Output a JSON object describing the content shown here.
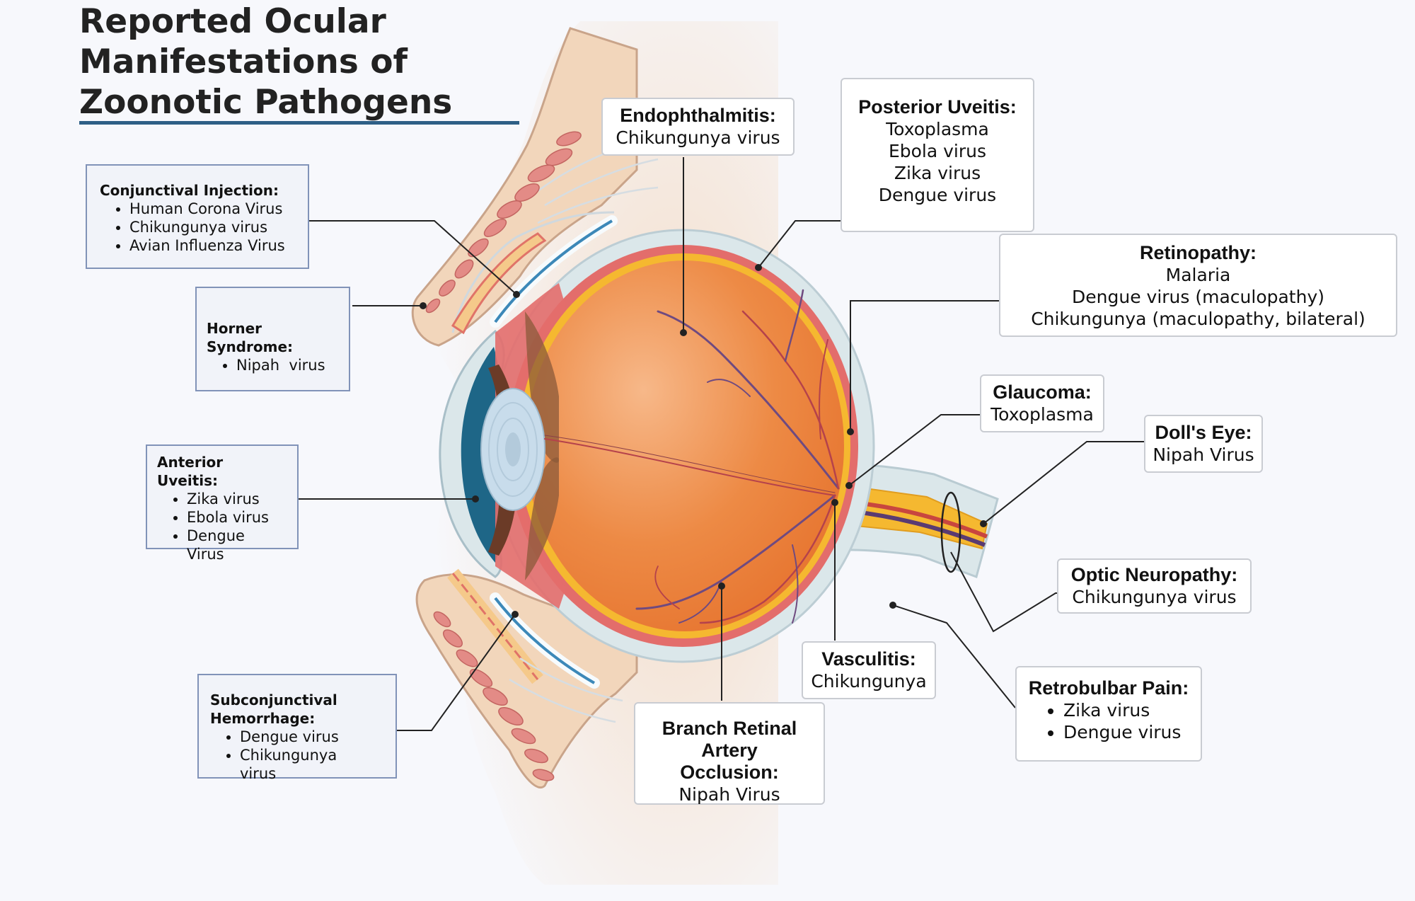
{
  "title": {
    "line1": "Reported Ocular",
    "line2": "Manifestations of",
    "line3": "Zoonotic Pathogens"
  },
  "labels": {
    "conjunctival": {
      "heading": "Conjunctival Injection:",
      "items": [
        "Human Corona Virus",
        "Chikungunya virus",
        "Avian Influenza Virus"
      ]
    },
    "horner": {
      "heading": "Horner Syndrome:",
      "items": [
        "Nipah  virus"
      ]
    },
    "anterior": {
      "heading": "Anterior Uveitis:",
      "items": [
        "Zika virus",
        "Ebola virus",
        "Dengue Virus"
      ]
    },
    "subconj": {
      "heading": "Subconjunctival Hemorrhage:",
      "items": [
        "Dengue virus",
        "Chikungunya virus"
      ]
    },
    "endoph": {
      "heading": "Endophthalmitis:",
      "items": [
        "Chikungunya virus"
      ]
    },
    "posterior": {
      "heading": "Posterior Uveitis:",
      "items": [
        "Toxoplasma",
        "Ebola virus",
        "Zika virus",
        "Dengue virus"
      ]
    },
    "retinopathy": {
      "heading": "Retinopathy:",
      "items": [
        "Malaria",
        "Dengue virus (maculopathy)",
        "Chikungunya (maculopathy, bilateral)"
      ]
    },
    "glaucoma": {
      "heading": "Glaucoma:",
      "items": [
        "Toxoplasma"
      ]
    },
    "dolls": {
      "heading": "Doll's Eye:",
      "items": [
        "Nipah Virus"
      ]
    },
    "optic": {
      "heading": "Optic Neuropathy:",
      "items": [
        "Chikungunya virus"
      ]
    },
    "vasculitis": {
      "heading": "Vasculitis:",
      "items": [
        "Chikungunya"
      ]
    },
    "brao": {
      "heading": "Branch Retinal Artery Occlusion:",
      "items": [
        "Nipah Virus"
      ]
    },
    "retrobulbar": {
      "heading": "Retrobulbar Pain:",
      "items": [
        "Zika virus",
        "Dengue virus"
      ]
    }
  },
  "colors": {
    "skin": "#f2d6bb",
    "skin_edge": "#c9a48a",
    "sclera": "#dbe7ea",
    "choroid": "#e36d6b",
    "retina": "#f5b830",
    "vitreous": "#eb7e37",
    "cornea": "#1e6687",
    "lens": "#c8dceb",
    "vessel": "#6f4a80",
    "title_rule": "#2e5f86",
    "box_border_left": "#8193b8"
  }
}
